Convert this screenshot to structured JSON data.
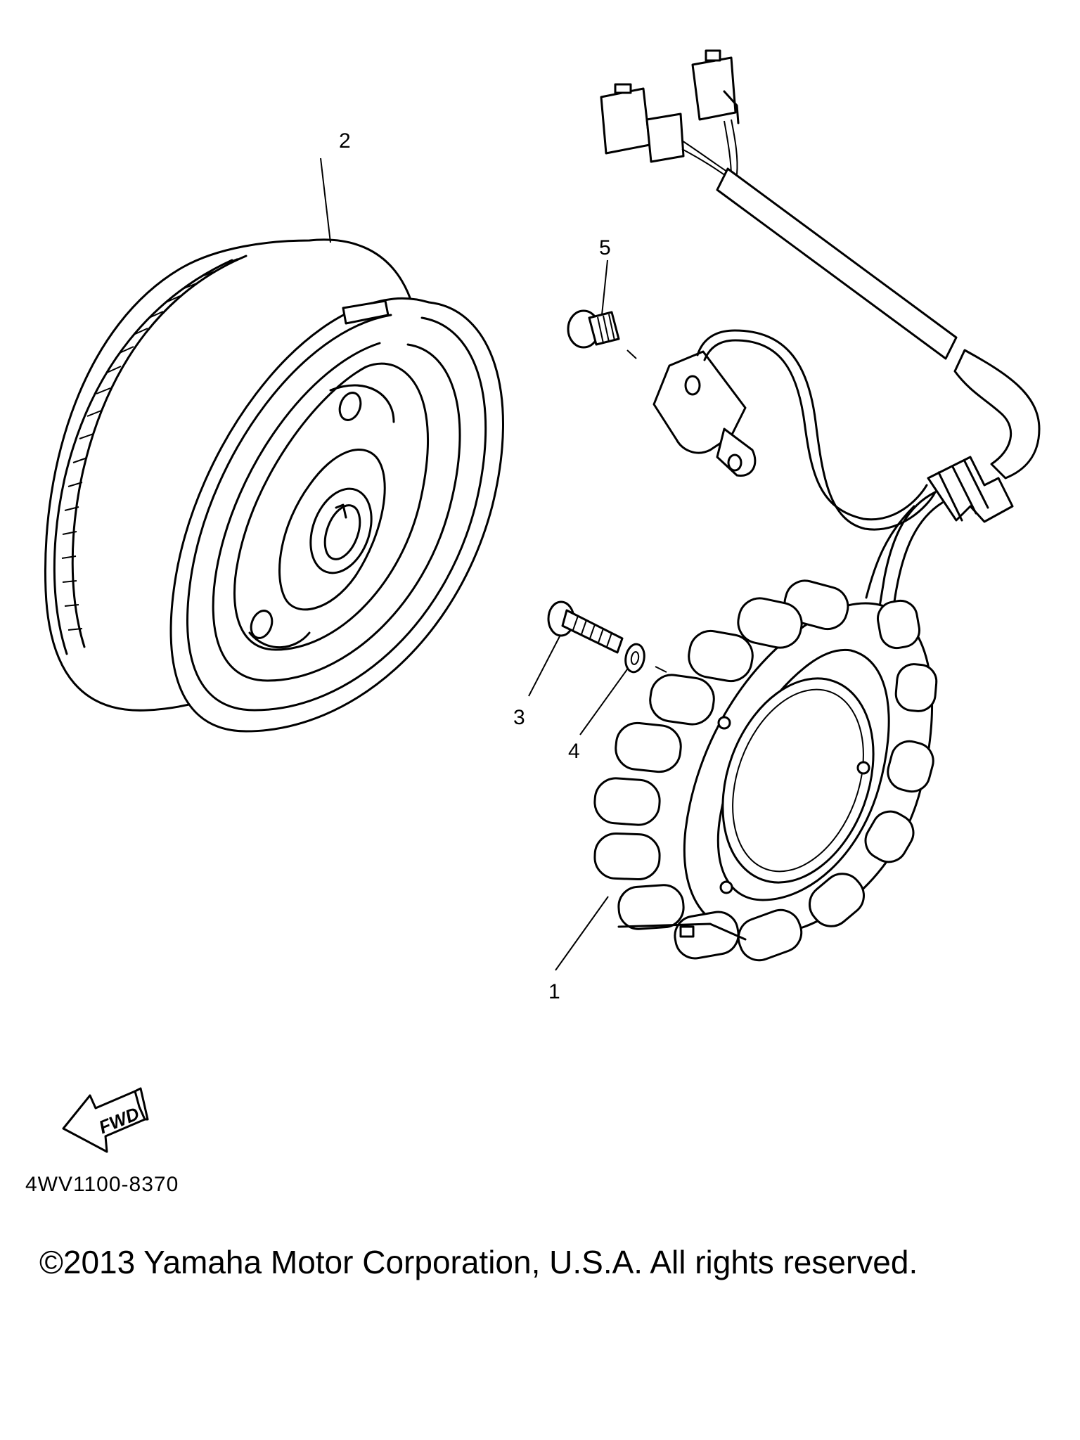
{
  "callouts": [
    "1",
    "2",
    "3",
    "4",
    "5"
  ],
  "fwd_label": "FWD",
  "diagram_code": "4WV1100-8370",
  "copyright": "©2013 Yamaha Motor Corporation, U.S.A. All rights reserved.",
  "icons": {
    "flywheel": "flywheel-rotor-icon",
    "stator": "stator-assembly-icon",
    "pickup": "pickup-coil-icon",
    "connectors": "wire-connector-icon",
    "fwd_arrow": "forward-arrow-icon"
  }
}
